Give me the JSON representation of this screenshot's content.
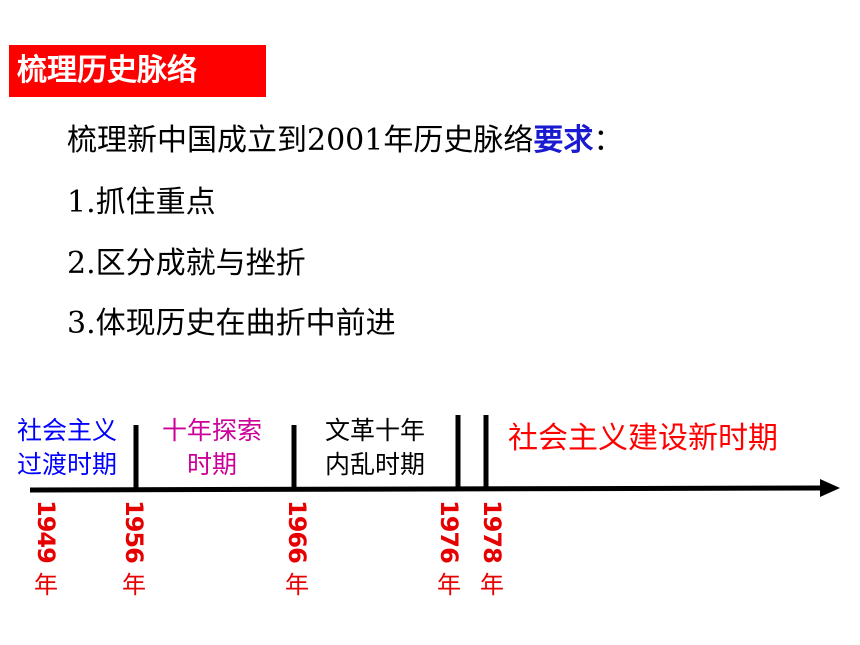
{
  "title": "梳理历史脉络",
  "requirement": {
    "prefix": "梳理新中国成立到2001年历史脉络",
    "emphasis": "要求",
    "suffix": "："
  },
  "items": [
    "1.抓住重点",
    "2.区分成就与挫折",
    "3.体现历史在曲折中前进"
  ],
  "periods": [
    {
      "line1": "社会主义",
      "line2": "过渡时期",
      "color": "#0000ff"
    },
    {
      "line1": "十年探索",
      "line2": "时期",
      "color": "#cc0099"
    },
    {
      "line1": "文革十年",
      "line2": "内乱时期",
      "color": "#000000"
    },
    {
      "line1": "社会主义建设新时期",
      "line2": "",
      "color": "#ff0000"
    }
  ],
  "years": [
    {
      "digits": "1949",
      "suffix": "年"
    },
    {
      "digits": "1956",
      "suffix": "年"
    },
    {
      "digits": "1966",
      "suffix": "年"
    },
    {
      "digits": "1976",
      "suffix": "年"
    },
    {
      "digits": "1978",
      "suffix": "年"
    }
  ]
}
